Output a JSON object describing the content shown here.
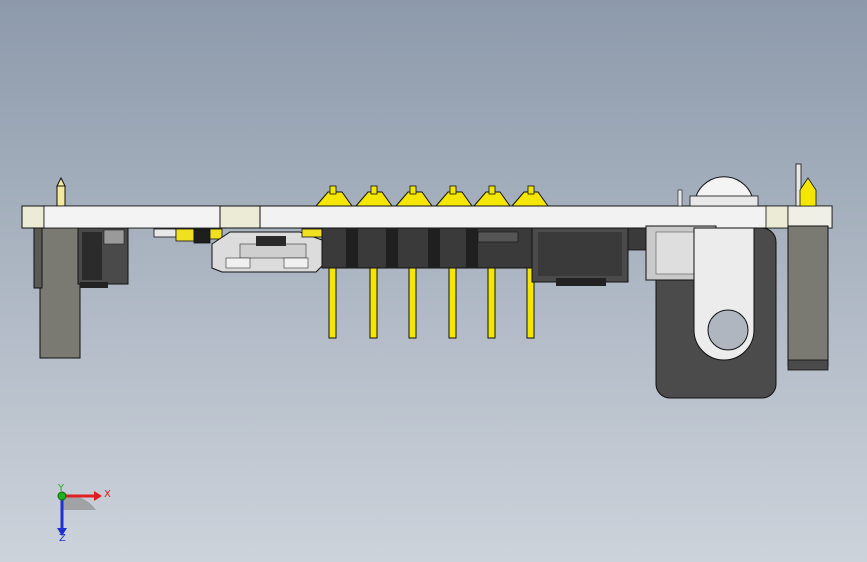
{
  "view": {
    "title": "",
    "background_top": "#8d9aab",
    "background_bottom": "#cdd3db"
  },
  "model": {
    "board_color": "#f2f2f2",
    "pin_color": "#f5e600",
    "component_dark": "#3a3a3a",
    "component_mid": "#707070",
    "header_pin_count": 6
  },
  "triad": {
    "x_label": "X",
    "y_label": "Y",
    "z_label": "Z",
    "x_color": "#e02020",
    "y_color": "#20b020",
    "z_color": "#2030d0"
  }
}
